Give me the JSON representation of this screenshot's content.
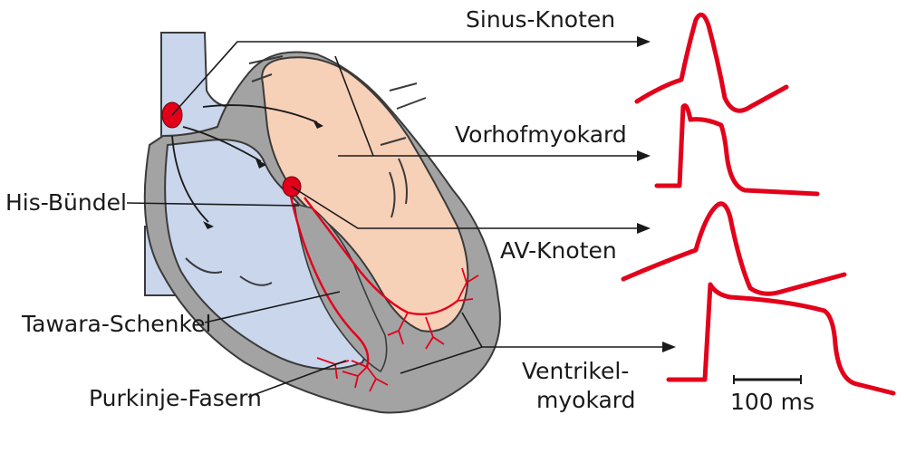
{
  "colors": {
    "action_potential": "#e3001b",
    "node": "#e3001b",
    "atria_fill": "#c9d6ec",
    "ventricle_fill": "#f7d0b8",
    "wall": "#a3a3a3",
    "wall_outline": "#3a3a3a",
    "text": "#1a1a1a"
  },
  "labels": {
    "sinus": "Sinus-Knoten",
    "vorhof": "Vorhofmyokard",
    "his": "His-Bündel",
    "av": "AV-Knoten",
    "tawara": "Tawara-Schenkel",
    "purkinje": "Purkinje-Fasern",
    "ventrikel_line1": "Ventrikel-",
    "ventrikel_line2": "myokard",
    "scale": "100 ms"
  },
  "traces": [
    {
      "structure": "Sinus-Knoten",
      "shape": "slow-upstroke pacemaker potential"
    },
    {
      "structure": "Vorhofmyokard",
      "shape": "fast upstroke, short plateau"
    },
    {
      "structure": "AV-Knoten",
      "shape": "slow-upstroke pacemaker potential"
    },
    {
      "structure": "Ventrikelmyokard",
      "shape": "fast upstroke, long plateau"
    }
  ]
}
